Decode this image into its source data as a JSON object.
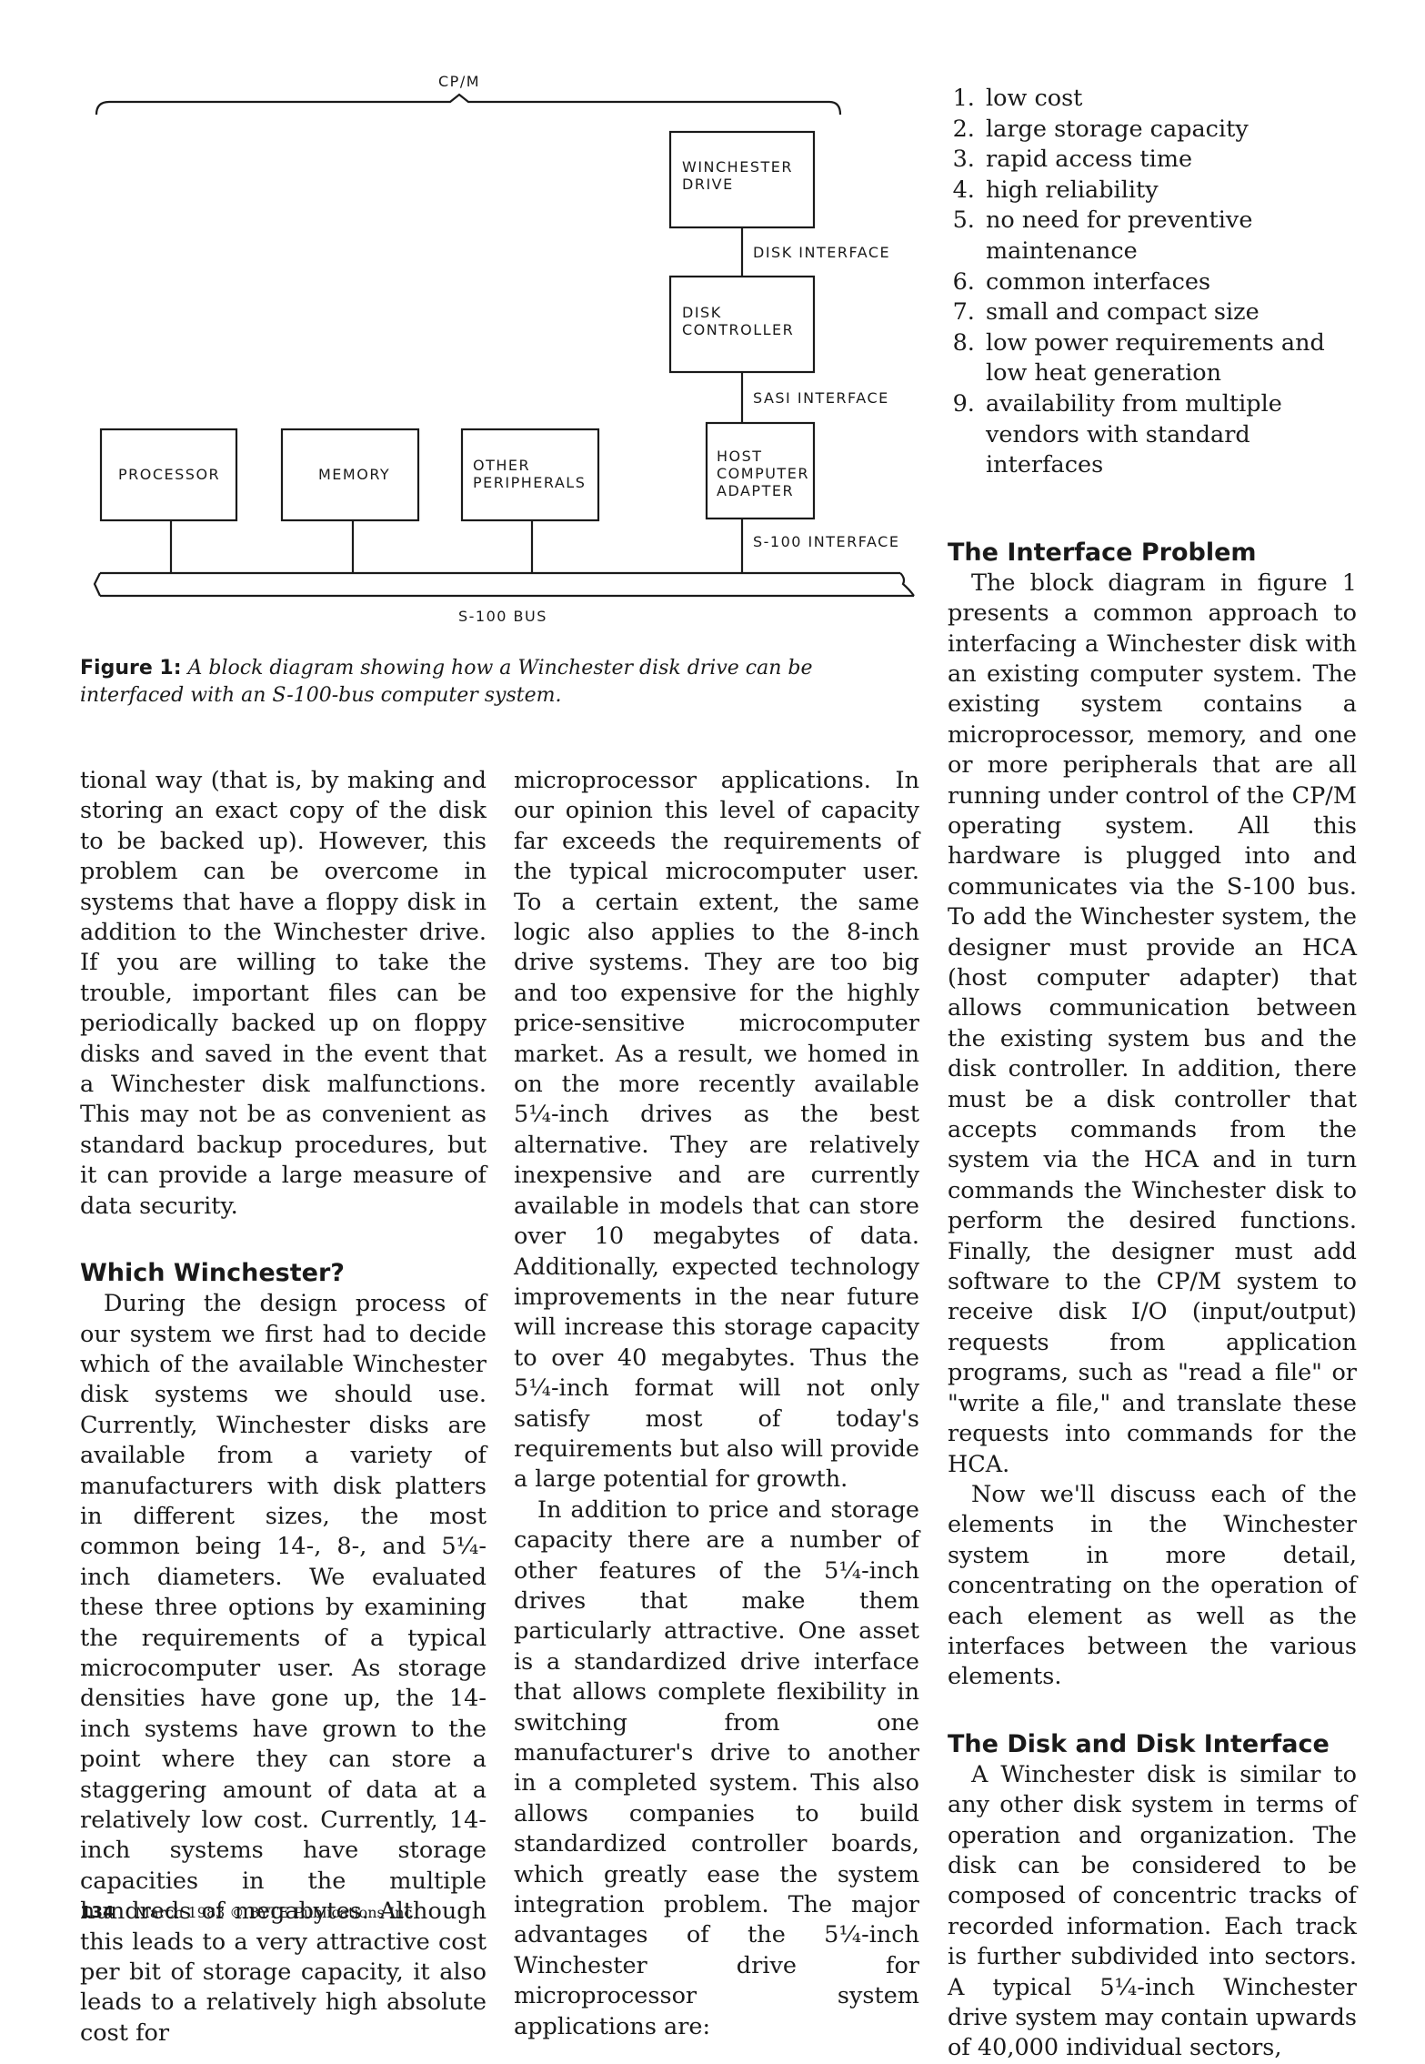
{
  "figure": {
    "labels": {
      "cpm": "CP/M",
      "winchester": "WINCHESTER\nDRIVE",
      "disk_interface": "DISK INTERFACE",
      "disk_controller": "DISK\nCONTROLLER",
      "sasi_interface": "SASI INTERFACE",
      "processor": "PROCESSOR",
      "memory": "MEMORY",
      "other_peripherals": "OTHER\nPERIPHERALS",
      "hca": "HOST\nCOMPUTER\nADAPTER",
      "s100_interface": "S-100 INTERFACE",
      "s100_bus": "S-100 BUS"
    },
    "caption_label": "Figure 1:",
    "caption_text": "A block diagram showing how a Winchester disk drive can be interfaced with an S-100-bus computer system."
  },
  "col1": {
    "p1": "tional way (that is, by making and storing an exact copy of the disk to be backed up). However, this problem can be overcome in systems that have a floppy disk in addition to the Winchester drive. If you are willing to take the trouble, important files can be periodically backed up on floppy disks and saved in the event that a Winchester disk malfunctions. This may not be as convenient as standard backup procedures, but it can provide a large measure of data security.",
    "heading": "Which Winchester?",
    "p2": "During the design process of our system we first had to decide which of the available Winchester disk systems we should use. Currently, Winchester disks are available from a variety of manufacturers with disk platters in different sizes, the most common being 14-, 8-, and 5¼-inch diameters. We evaluated these three options by examining the requirements of a typical microcomputer user. As storage densities have gone up, the 14-inch systems have grown to the point where they can store a staggering amount of data at a relatively low cost. Currently, 14-inch systems have storage capacities in the multiple hundreds of megabytes. Although this leads to a very attractive cost per bit of storage capacity, it also leads to a relatively high absolute cost for"
  },
  "col2": {
    "p1": "microprocessor applications. In our opinion this level of capacity far exceeds the requirements of the typical microcomputer user. To a certain extent, the same logic also applies to the 8-inch drive systems. They are too big and too expensive for the highly price-sensitive microcomputer market. As a result, we homed in on the more recently available 5¼-inch drives as the best alternative. They are relatively inexpensive and are currently available in models that can store over 10 megabytes of data. Additionally, expected technology improvements in the near future will increase this storage capacity to over 40 megabytes. Thus the 5¼-inch format will not only satisfy most of today's requirements but also will provide a large potential for growth.",
    "p2": "In addition to price and storage capacity there are a number of other features of the 5¼-inch drives that make them particularly attractive. One asset is a standardized drive interface that allows complete flexibility in switching from one manufacturer's drive to another in a completed system. This also allows companies to build standardized controller boards, which greatly ease the system integration problem. The major advantages of the 5¼-inch Winchester drive for microprocessor system applications are:"
  },
  "col3": {
    "features": [
      "low cost",
      "large storage capacity",
      "rapid access time",
      "high reliability",
      "no need for preventive maintenance",
      "common interfaces",
      "small and compact size",
      "low power requirements and low heat generation",
      "availability from multiple vendors with standard interfaces"
    ],
    "heading1": "The Interface Problem",
    "p1": "The block diagram in figure 1 presents a common approach to interfacing a Winchester disk with an existing computer system. The existing system contains a microprocessor, memory, and one or more peripherals that are all running under control of the CP/M operating system. All this hardware is plugged into and communicates via the S-100 bus. To add the Winchester system, the designer must provide an HCA (host computer adapter) that allows communication between the existing system bus and the disk controller. In addition, there must be a disk controller that accepts commands from the system via the HCA and in turn commands the Winchester disk to perform the desired functions. Finally, the designer must add software to the CP/M system to receive disk I/O (input/output) requests from application programs, such as \"read a file\" or \"write a file,\" and translate these requests into commands for the HCA.",
    "p2": "Now we'll discuss each of the elements in the Winchester system in more detail, concentrating on the operation of each element as well as the interfaces between the various elements.",
    "heading2": "The Disk and Disk Interface",
    "p3": "A Winchester disk is similar to any other disk system in terms of operation and organization. The disk can be considered to be composed of concentric tracks of recorded information. Each track is further subdivided into sectors. A typical 5¼-inch Winchester drive system may contain upwards of 40,000 individual sectors,"
  },
  "footer": {
    "page_number": "134",
    "text": "March 1983 © BYTE Publications Inc"
  }
}
